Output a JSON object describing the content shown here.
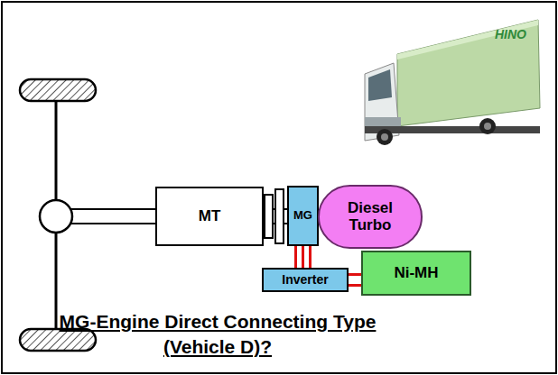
{
  "diagram": {
    "caption": "MG-Engine Direct Connecting Type (Vehicle D)?",
    "nodes": [
      {
        "text": [
          "MT"
        ]
      },
      {
        "text": [
          "MG"
        ]
      },
      {
        "text": [
          "Diesel Turbo"
        ]
      },
      {
        "text": [
          "Inverter"
        ]
      },
      {
        "text": [
          "Ni-MH"
        ]
      }
    ],
    "edges": [
      {
        "from": 0,
        "to": 1,
        "arrow": "none"
      },
      {
        "from": 1,
        "to": 2,
        "arrow": "none"
      },
      {
        "from": 1,
        "to": 3,
        "arrow": "none"
      },
      {
        "from": 3,
        "to": 4,
        "arrow": "none"
      }
    ],
    "labels": [
      "HINO"
    ]
  }
}
